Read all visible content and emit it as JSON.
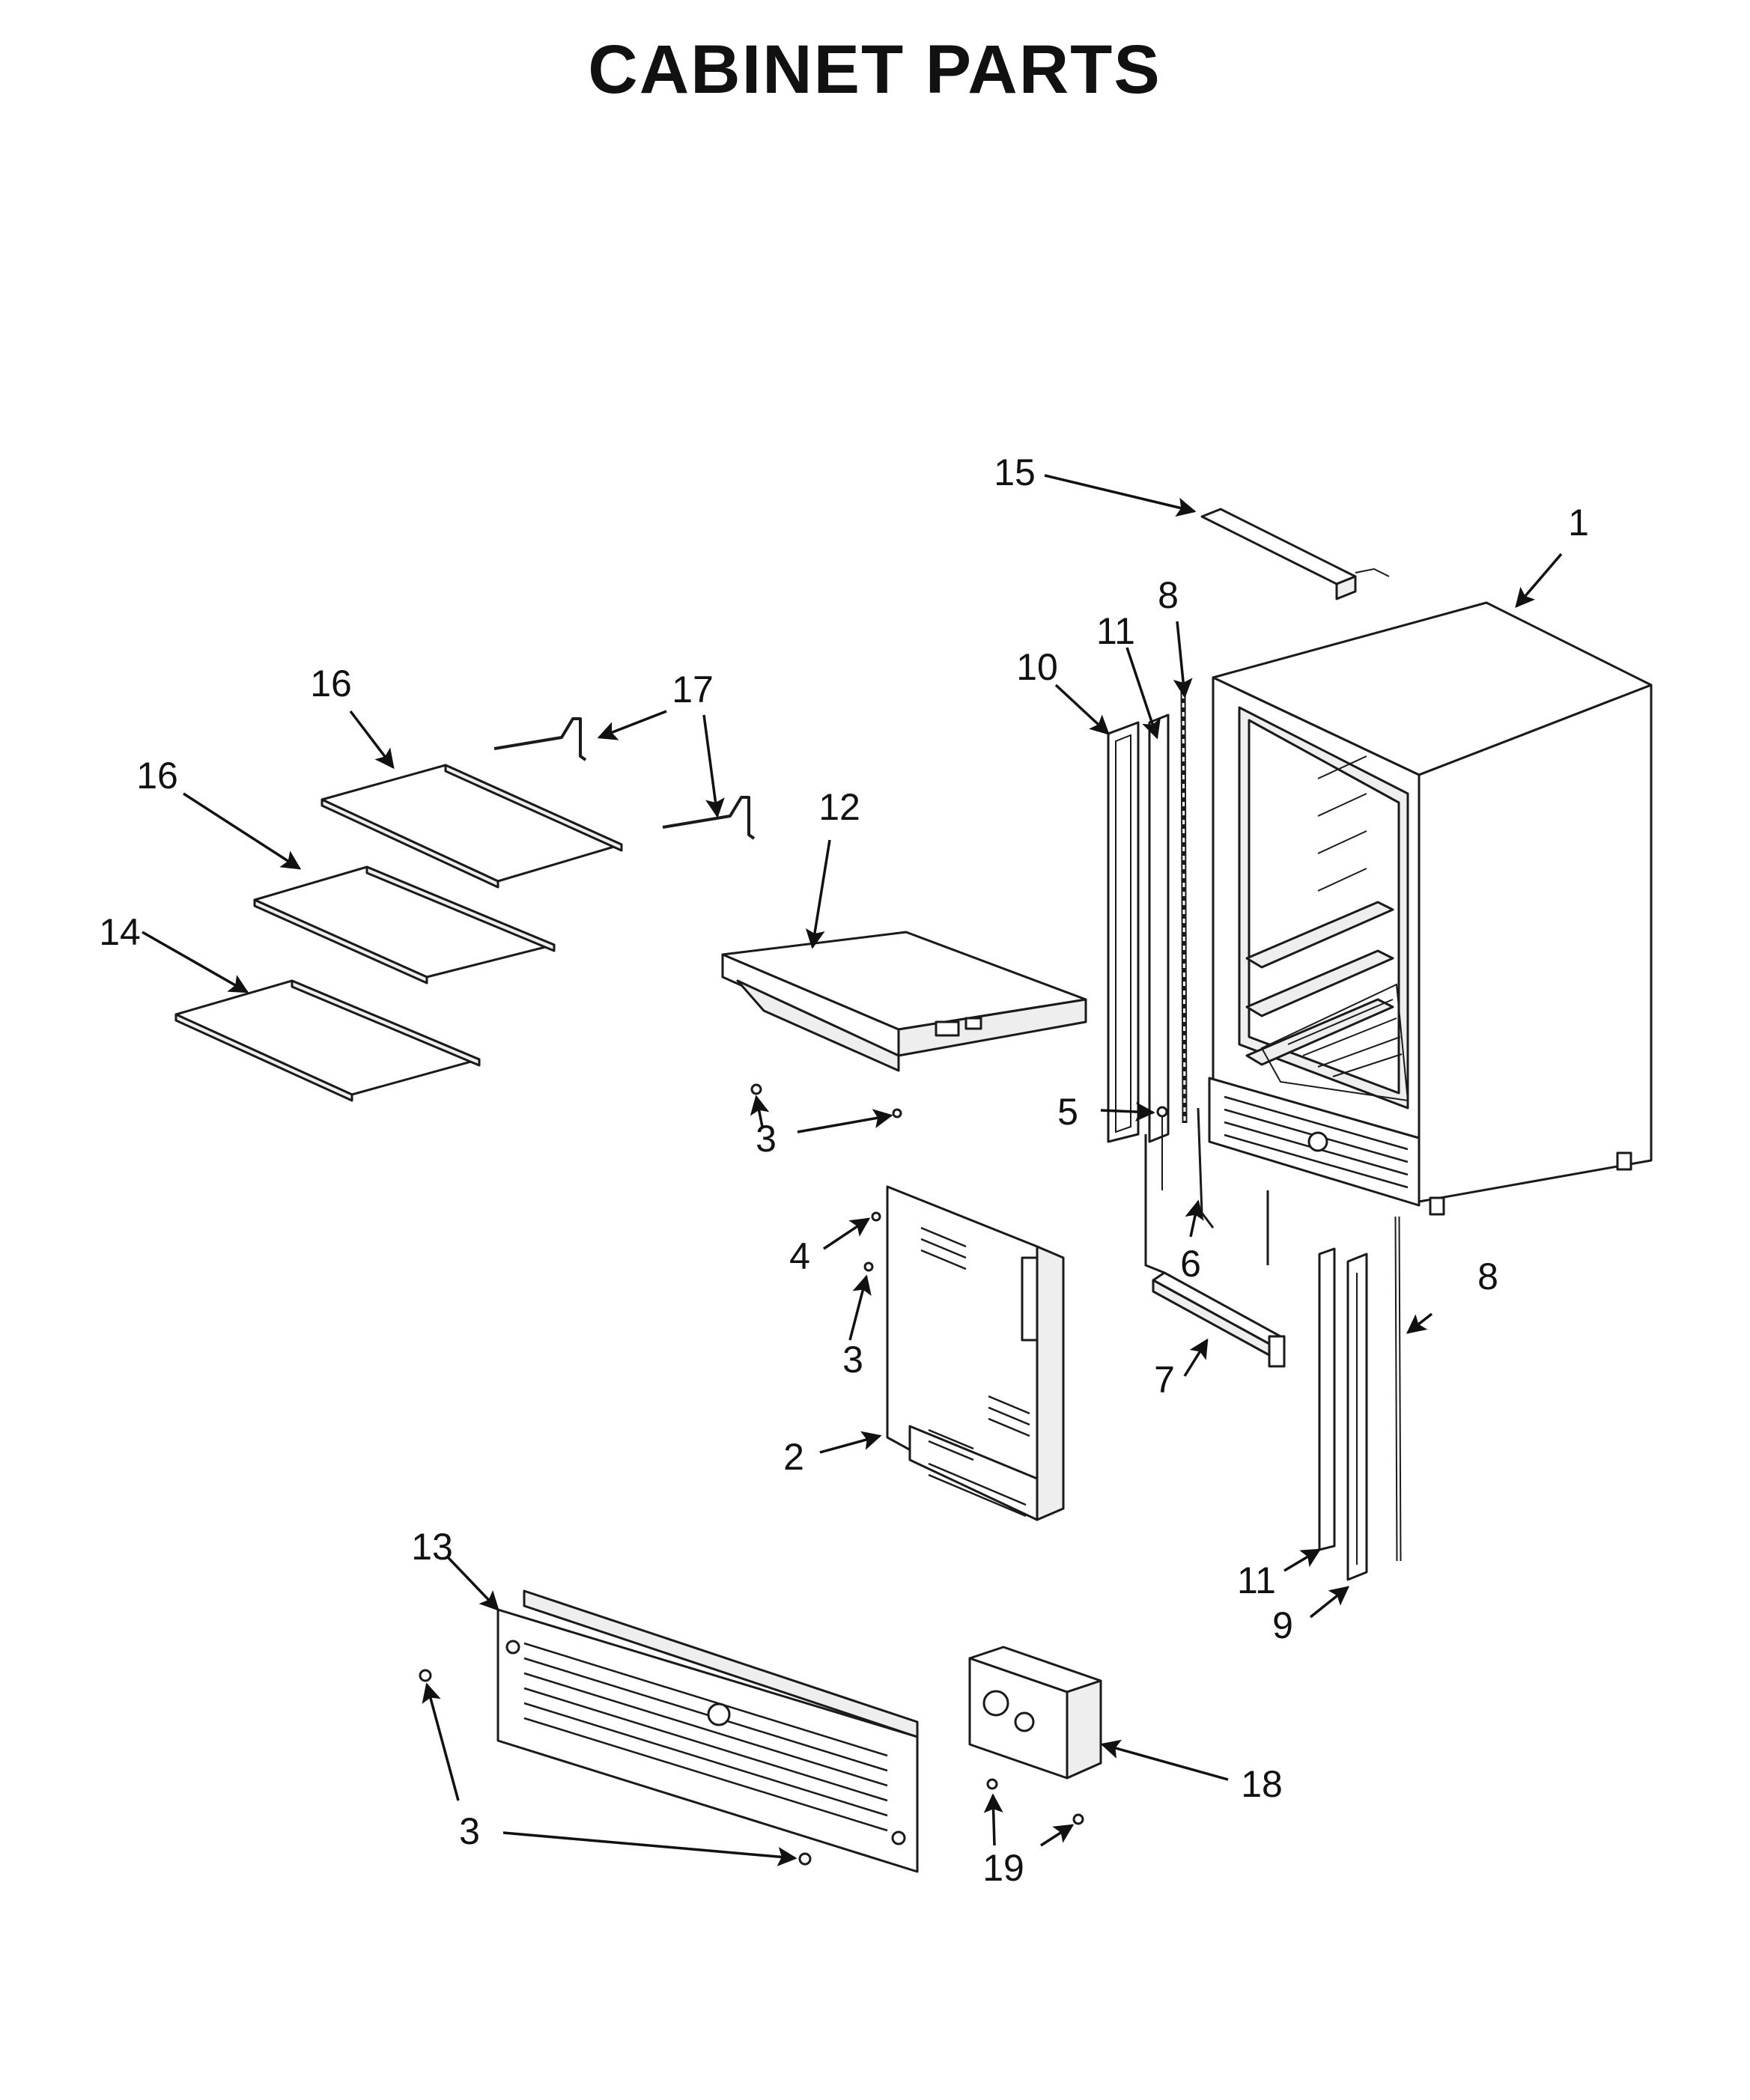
{
  "title": "CABINET PARTS",
  "callouts": {
    "c1": "1",
    "c2": "2",
    "c3a": "3",
    "c3b": "3",
    "c3c": "3",
    "c4": "4",
    "c5": "5",
    "c6": "6",
    "c7": "7",
    "c8a": "8",
    "c8b": "8",
    "c9": "9",
    "c10": "10",
    "c11a": "11",
    "c11b": "11",
    "c12": "12",
    "c13": "13",
    "c14": "14",
    "c15": "15",
    "c16a": "16",
    "c16b": "16",
    "c17": "17",
    "c18": "18",
    "c19": "19"
  }
}
